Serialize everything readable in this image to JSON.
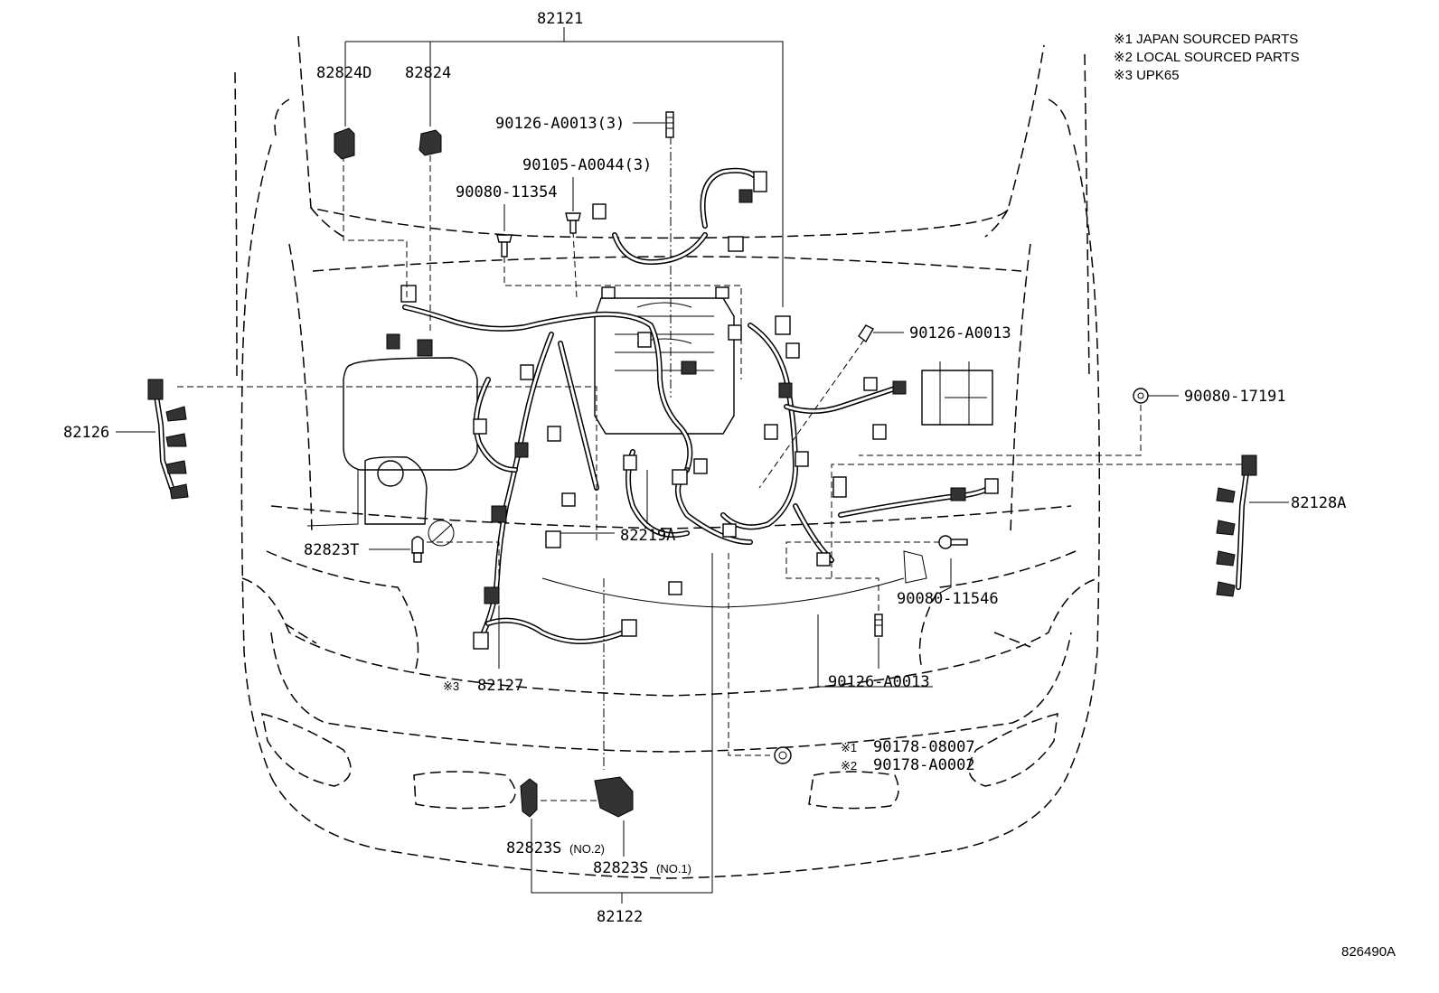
{
  "notes": [
    "※1 JAPAN SOURCED PARTS",
    "※2 LOCAL SOURCED PARTS",
    "※3 UPK65"
  ],
  "figure_id": "826490A",
  "parts": {
    "p82121": "82121",
    "p82824D": "82824D",
    "p82824": "82824",
    "p90126_A0013_3": "90126-A0013(3)",
    "p90105_A0044_3": "90105-A0044(3)",
    "p90080_11354": "90080-11354",
    "p90126_A0013_right": "90126-A0013",
    "p90080_17191": "90080-17191",
    "p82126": "82126",
    "p82128A": "82128A",
    "p82219A": "82219A",
    "p82823T": "82823T",
    "p90080_11546": "90080-11546",
    "p82127_mark": "※3",
    "p82127": "82127",
    "p90126_A0013_bottom": "90126-A0013",
    "p90178_08007_mark": "※1",
    "p90178_08007": "90178-08007",
    "p90178_A0002_mark": "※2",
    "p90178_A0002": "90178-A0002",
    "p82823S_no2": "82823S",
    "p82823S_no2_suffix": "(NO.2)",
    "p82823S_no1": "82823S",
    "p82823S_no1_suffix": "(NO.1)",
    "p82122": "82122"
  }
}
